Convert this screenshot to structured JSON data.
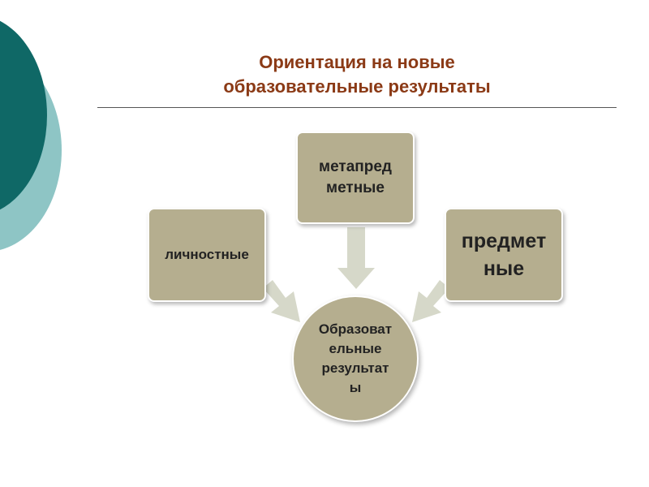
{
  "title": {
    "line1": "Ориентация на новые",
    "line2": "образовательные результаты"
  },
  "nodes": {
    "left": {
      "label": "личностные"
    },
    "top": {
      "line1": "метапред",
      "line2": "метные"
    },
    "right": {
      "line1": "предмет",
      "line2": "ные"
    },
    "center": {
      "line1": "Образоват",
      "line2": "ельные",
      "line3": "результат",
      "line4": "ы"
    }
  },
  "colors": {
    "title": "#8b3a16",
    "box_fill": "#b5ae8f",
    "arrow_fill": "#d6d8c9",
    "deco_dark": "#0f6866",
    "deco_light": "#8ec5c5"
  }
}
